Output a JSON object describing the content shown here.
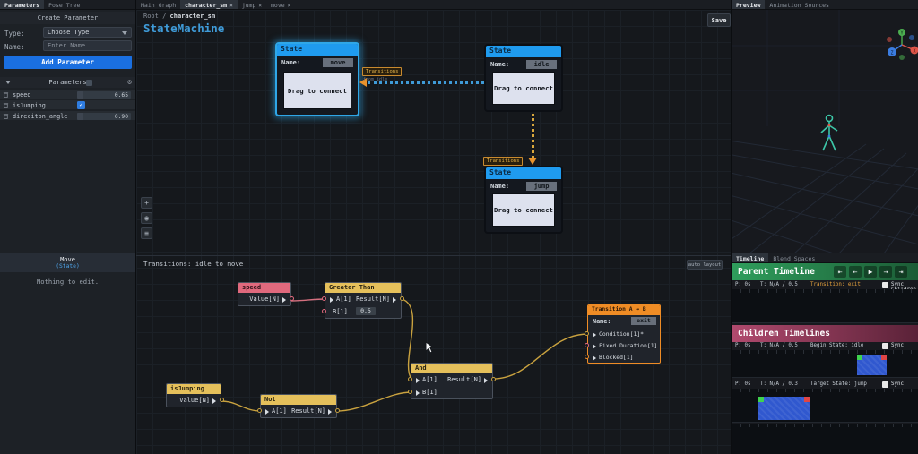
{
  "colors": {
    "accent_blue": "#1f9bef",
    "button_blue": "#1a6fe0",
    "node_yellow": "#e5c05b",
    "node_pink": "#e0697d",
    "node_orange": "#ef8c25",
    "timeline_green": "#2f9e5c",
    "timeline_maroon": "#b14a6e",
    "wire_yellow": "#c9a23f",
    "wire_pink": "#d4707f",
    "status_orange": "#e8a33d"
  },
  "left_panel": {
    "tabs": [
      {
        "label": "Parameters"
      },
      {
        "label": "Pose Tree"
      }
    ],
    "create_header": "Create Parameter",
    "type_label": "Type:",
    "type_value": "Choose Type",
    "name_label": "Name:",
    "name_placeholder": "Enter Name",
    "add_button_label": "Add Parameter",
    "params_section_label": "Parameters",
    "gear_icon": "⚙",
    "check_glyph": "✓",
    "params": [
      {
        "name": "speed",
        "value": "0.65"
      },
      {
        "name": "isJumping"
      },
      {
        "name": "direciton_angle",
        "value": "0.90"
      }
    ],
    "selection": {
      "title": "Move",
      "subtitle": "(State)"
    },
    "empty_text": "Nothing to edit."
  },
  "graph": {
    "tabs": [
      {
        "label": "Main Graph"
      },
      {
        "label": "character_sm"
      },
      {
        "label": "jump"
      },
      {
        "label": "move"
      }
    ],
    "tab_close": "×",
    "breadcrumb_root": "Root",
    "breadcrumb_sep": "/",
    "breadcrumb_current": "character_sm",
    "title": "StateMachine",
    "save_label": "Save",
    "state_header": "State",
    "name_label": "Name:",
    "drag_label": "Drag to connect",
    "states": {
      "move": "move",
      "idle": "idle",
      "jump": "jump"
    },
    "badge_label": "Transitions",
    "badge_sub": "from idle",
    "toolbar": {
      "plus": "+",
      "focus": "◉",
      "list": "≡"
    }
  },
  "subgraph": {
    "title": "Transitions: idle to move",
    "auto_layout_label": "auto layout",
    "speed": {
      "header": "speed",
      "out": "Value[N]"
    },
    "greater_than": {
      "header": "Greater Than",
      "a": "A[1]",
      "b": "B[1]",
      "b_value": "0.5",
      "result": "Result[N]"
    },
    "isjumping": {
      "header": "isJumping",
      "out": "Value[N]"
    },
    "not": {
      "header": "Not",
      "a": "A[1]",
      "result": "Result[N]"
    },
    "and": {
      "header": "And",
      "a": "A[1]",
      "b": "B[1]",
      "result": "Result[N]"
    },
    "transition": {
      "header": "Transition A → B",
      "name_label": "Name:",
      "name_value": "exit",
      "port1": "Condition[1]*",
      "port2": "Fixed Duration[1]",
      "port3": "Blocked[1]"
    }
  },
  "preview": {
    "tabs": [
      {
        "label": "Preview"
      },
      {
        "label": "Animation Sources"
      }
    ],
    "gizmo": {
      "x": "X",
      "y": "Y",
      "z": "Z"
    }
  },
  "timeline": {
    "tabs": [
      {
        "label": "Timeline"
      },
      {
        "label": "Blend Spaces"
      }
    ],
    "controls": [
      "⇤",
      "←",
      "▶",
      "→",
      "⇥"
    ],
    "parent": {
      "header": "Parent Timeline",
      "p": "P: 0s",
      "t": "T: N/A / 0.5",
      "status": "Transition: exit",
      "sync_label": "Sync Children"
    },
    "children_header": "Children Timelines",
    "child1": {
      "p": "P: 0s",
      "t": "T: N/A / 0.5",
      "status": "Begin State: idle",
      "sync_label": "Sync"
    },
    "child2": {
      "p": "P: 0s",
      "t": "T: N/A / 0.3",
      "status": "Target State: jump",
      "sync_label": "Sync"
    }
  }
}
